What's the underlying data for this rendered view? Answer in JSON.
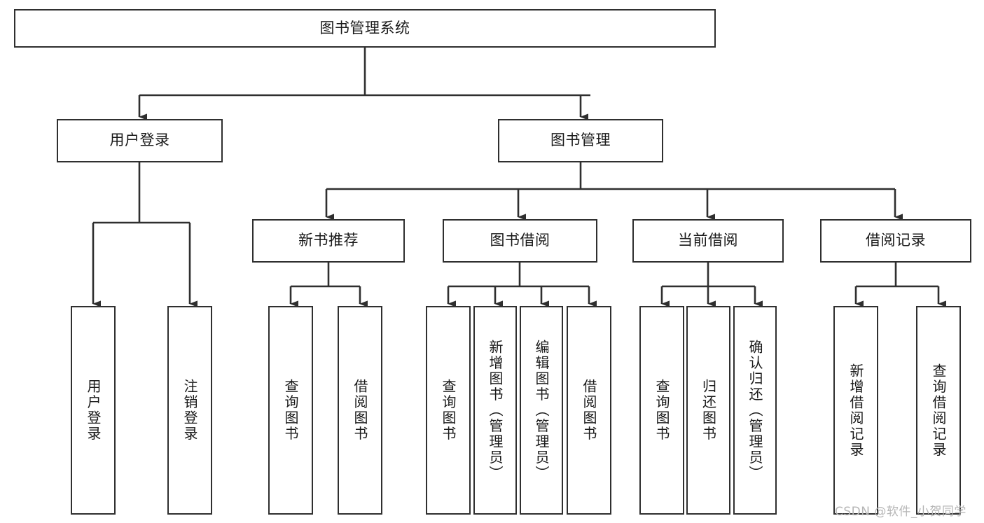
{
  "diagram": {
    "type": "tree-hierarchy",
    "title": "图书管理系统",
    "root": {
      "label": "图书管理系统"
    },
    "level2": [
      {
        "label": "用户登录"
      },
      {
        "label": "图书管理"
      }
    ],
    "level3": [
      {
        "label": "新书推荐"
      },
      {
        "label": "图书借阅"
      },
      {
        "label": "当前借阅"
      },
      {
        "label": "借阅记录"
      }
    ],
    "leaves": {
      "user_login": [
        {
          "label": "用户登录"
        },
        {
          "label": "注销登录"
        }
      ],
      "new_book_recommend": [
        {
          "label": "查询图书"
        },
        {
          "label": "借阅图书"
        }
      ],
      "book_borrow": [
        {
          "label": "查询图书"
        },
        {
          "label": "新增图书（管理员）"
        },
        {
          "label": "编辑图书（管理员）"
        },
        {
          "label": "借阅图书"
        }
      ],
      "current_borrow": [
        {
          "label": "查询图书"
        },
        {
          "label": "归还图书"
        },
        {
          "label": "确认归还（管理员）"
        }
      ],
      "borrow_records": [
        {
          "label": "新增借阅记录"
        },
        {
          "label": "查询借阅记录"
        }
      ]
    }
  },
  "watermark": {
    "text": "CSDN @软件_小贺同学"
  },
  "colors": {
    "border": "#2f2f2f",
    "text": "#1a1a1a",
    "background": "#ffffff",
    "watermark": "#b6b6b6"
  }
}
